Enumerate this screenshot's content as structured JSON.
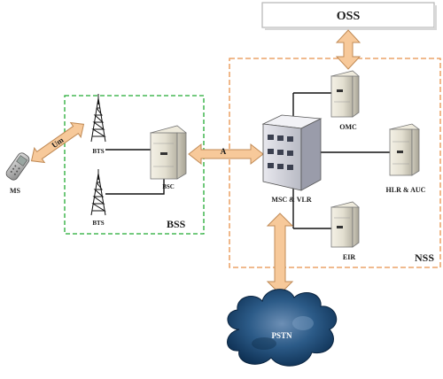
{
  "oss": {
    "label": "OSS"
  },
  "groups": {
    "bss": "BSS",
    "nss": "NSS"
  },
  "nodes": {
    "ms": "MS",
    "bts_top": "BTS",
    "bts_bottom": "BTS",
    "bsc": "BSC",
    "msc_vlr": "MSC & VLR",
    "omc": "OMC",
    "hlr_auc": "HLR & AUC",
    "eir": "EIR",
    "pstn": "PSTN"
  },
  "interfaces": {
    "um": "Um",
    "a": "A"
  },
  "colors": {
    "arrow_fill": "#f7c99a",
    "arrow_stroke": "#c08a55",
    "bss_border": "#22aa33",
    "nss_border": "#e8914a",
    "cloud": "#1d4f7c"
  }
}
